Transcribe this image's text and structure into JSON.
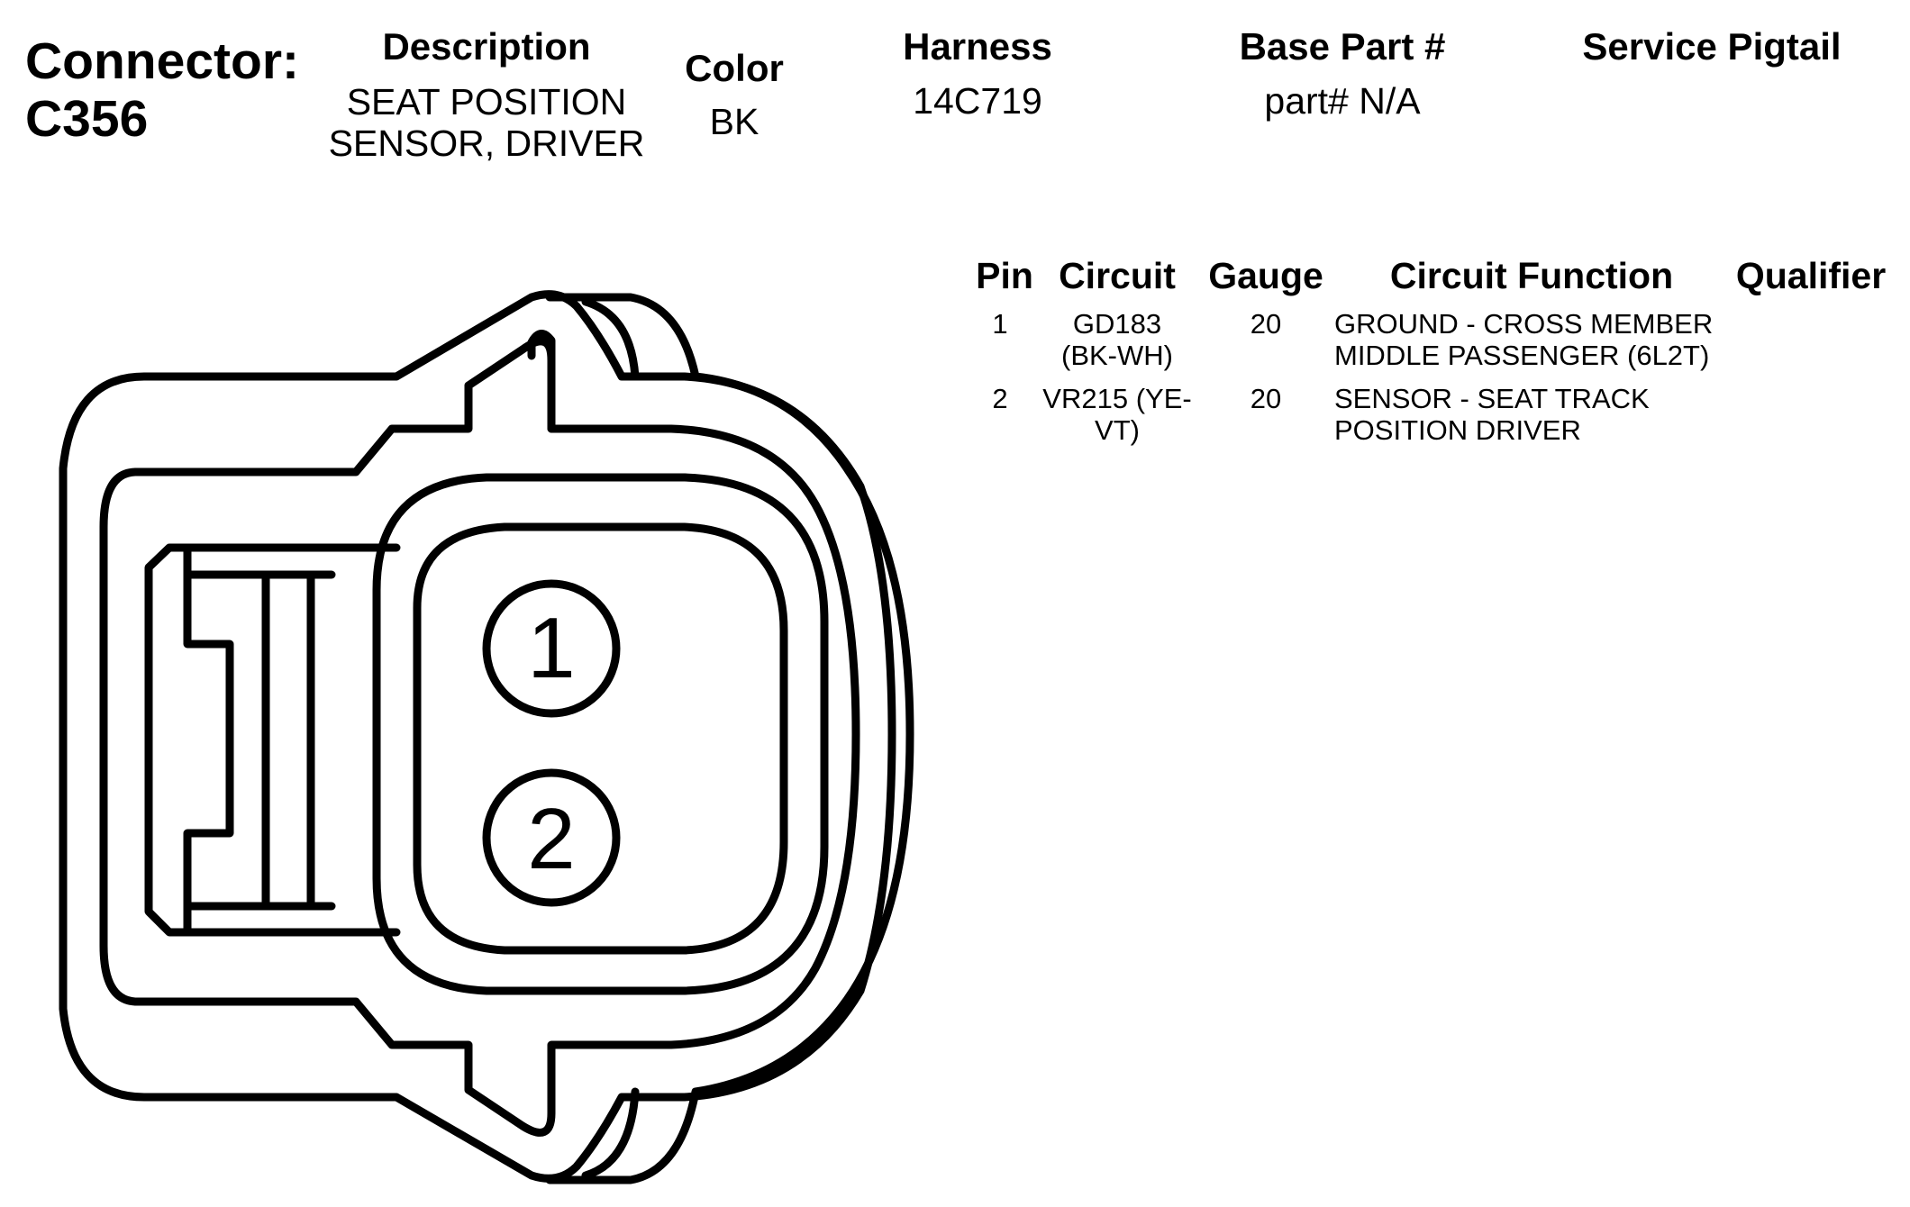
{
  "connector": {
    "label": "Connector:",
    "id": "C356"
  },
  "header": {
    "description": {
      "label": "Description",
      "lines": [
        "SEAT POSITION",
        "SENSOR, DRIVER"
      ]
    },
    "color": {
      "label": "Color",
      "value": "BK"
    },
    "harness": {
      "label": "Harness",
      "value": "14C719"
    },
    "base_part": {
      "label": "Base Part #",
      "value": "part# N/A"
    },
    "service_pigtail": {
      "label": "Service Pigtail",
      "value": ""
    }
  },
  "pin_table": {
    "columns": [
      "Pin",
      "Circuit",
      "Gauge",
      "Circuit Function",
      "Qualifier"
    ],
    "rows": [
      {
        "pin": "1",
        "circuit": [
          "GD183",
          "(BK-WH)"
        ],
        "gauge": "20",
        "function": [
          "GROUND - CROSS MEMBER",
          "MIDDLE PASSENGER (6L2T)"
        ],
        "qualifier": ""
      },
      {
        "pin": "2",
        "circuit": [
          "VR215 (YE-",
          "VT)"
        ],
        "gauge": "20",
        "function": [
          "SENSOR - SEAT TRACK",
          "POSITION DRIVER"
        ],
        "qualifier": ""
      }
    ]
  },
  "diagram": {
    "pins": [
      "1",
      "2"
    ],
    "stroke_color": "#000000"
  }
}
